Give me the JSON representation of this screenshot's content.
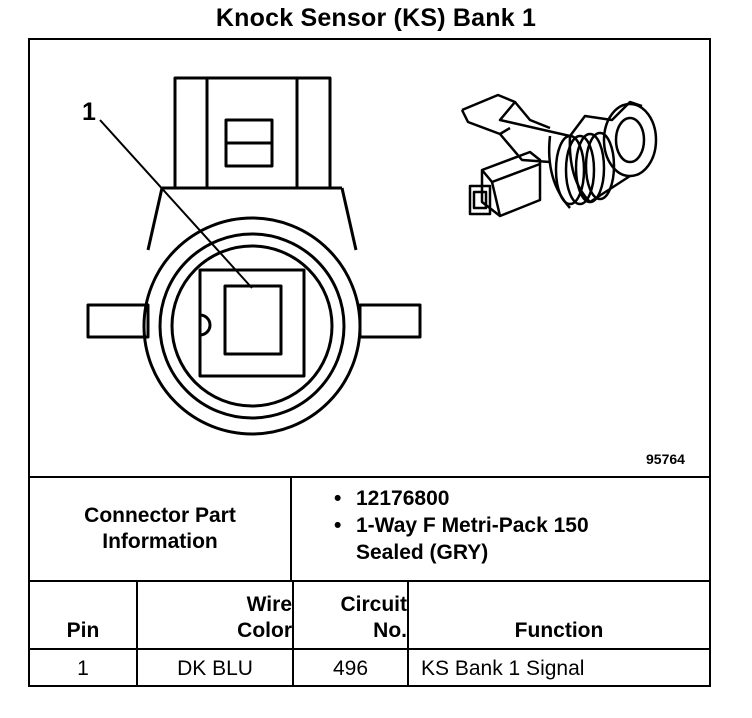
{
  "title": "Knock Sensor (KS) Bank 1",
  "diagram": {
    "callout": "1",
    "figure_number": "95764"
  },
  "connector_info": {
    "label_line1": "Connector Part",
    "label_line2": "Information",
    "part_number": "12176800",
    "description_line1": "1-Way F Metri-Pack 150",
    "description_line2": "Sealed (GRY)"
  },
  "table": {
    "headers": {
      "pin": "Pin",
      "wire_line1": "Wire",
      "wire_line2": "Color",
      "circuit_line1": "Circuit",
      "circuit_line2": "No.",
      "function": "Function"
    },
    "rows": [
      {
        "pin": "1",
        "wire_color": "DK BLU",
        "circuit": "496",
        "function": "KS Bank 1 Signal"
      }
    ]
  }
}
